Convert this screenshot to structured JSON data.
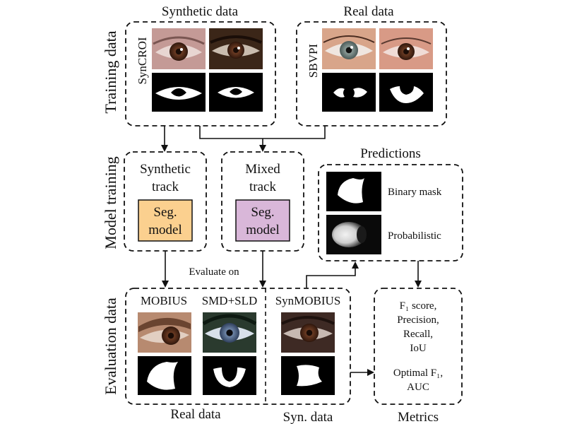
{
  "side_labels": {
    "training": "Training data",
    "model": "Model training",
    "evaluation": "Evaluation data"
  },
  "training": {
    "synthetic_title": "Synthetic data",
    "real_title": "Real data",
    "syncroi_label": "SynCROI",
    "sbvpi_label": "SBVPI"
  },
  "model": {
    "synthetic_track": [
      "Synthetic",
      "track"
    ],
    "mixed_track": [
      "Mixed",
      "track"
    ],
    "seg_model": [
      "Seg.",
      "model"
    ],
    "synthetic_color": "#fbd08f",
    "mixed_color": "#d9b7d9"
  },
  "predictions": {
    "title": "Predictions",
    "binary": "Binary mask",
    "prob": "Probabilistic"
  },
  "evaluate_on": "Evaluate on",
  "evaluation": {
    "mobius": "MOBIUS",
    "smd_sld": "SMD+SLD",
    "synmobius": "SynMOBIUS",
    "real_data": "Real data",
    "syn_data": "Syn. data"
  },
  "metrics": {
    "lines": [
      "F₁ score,",
      "Precision,",
      "Recall,",
      "IoU"
    ],
    "lines2": [
      "Optimal F₁,",
      "AUC"
    ],
    "title": "Metrics"
  }
}
